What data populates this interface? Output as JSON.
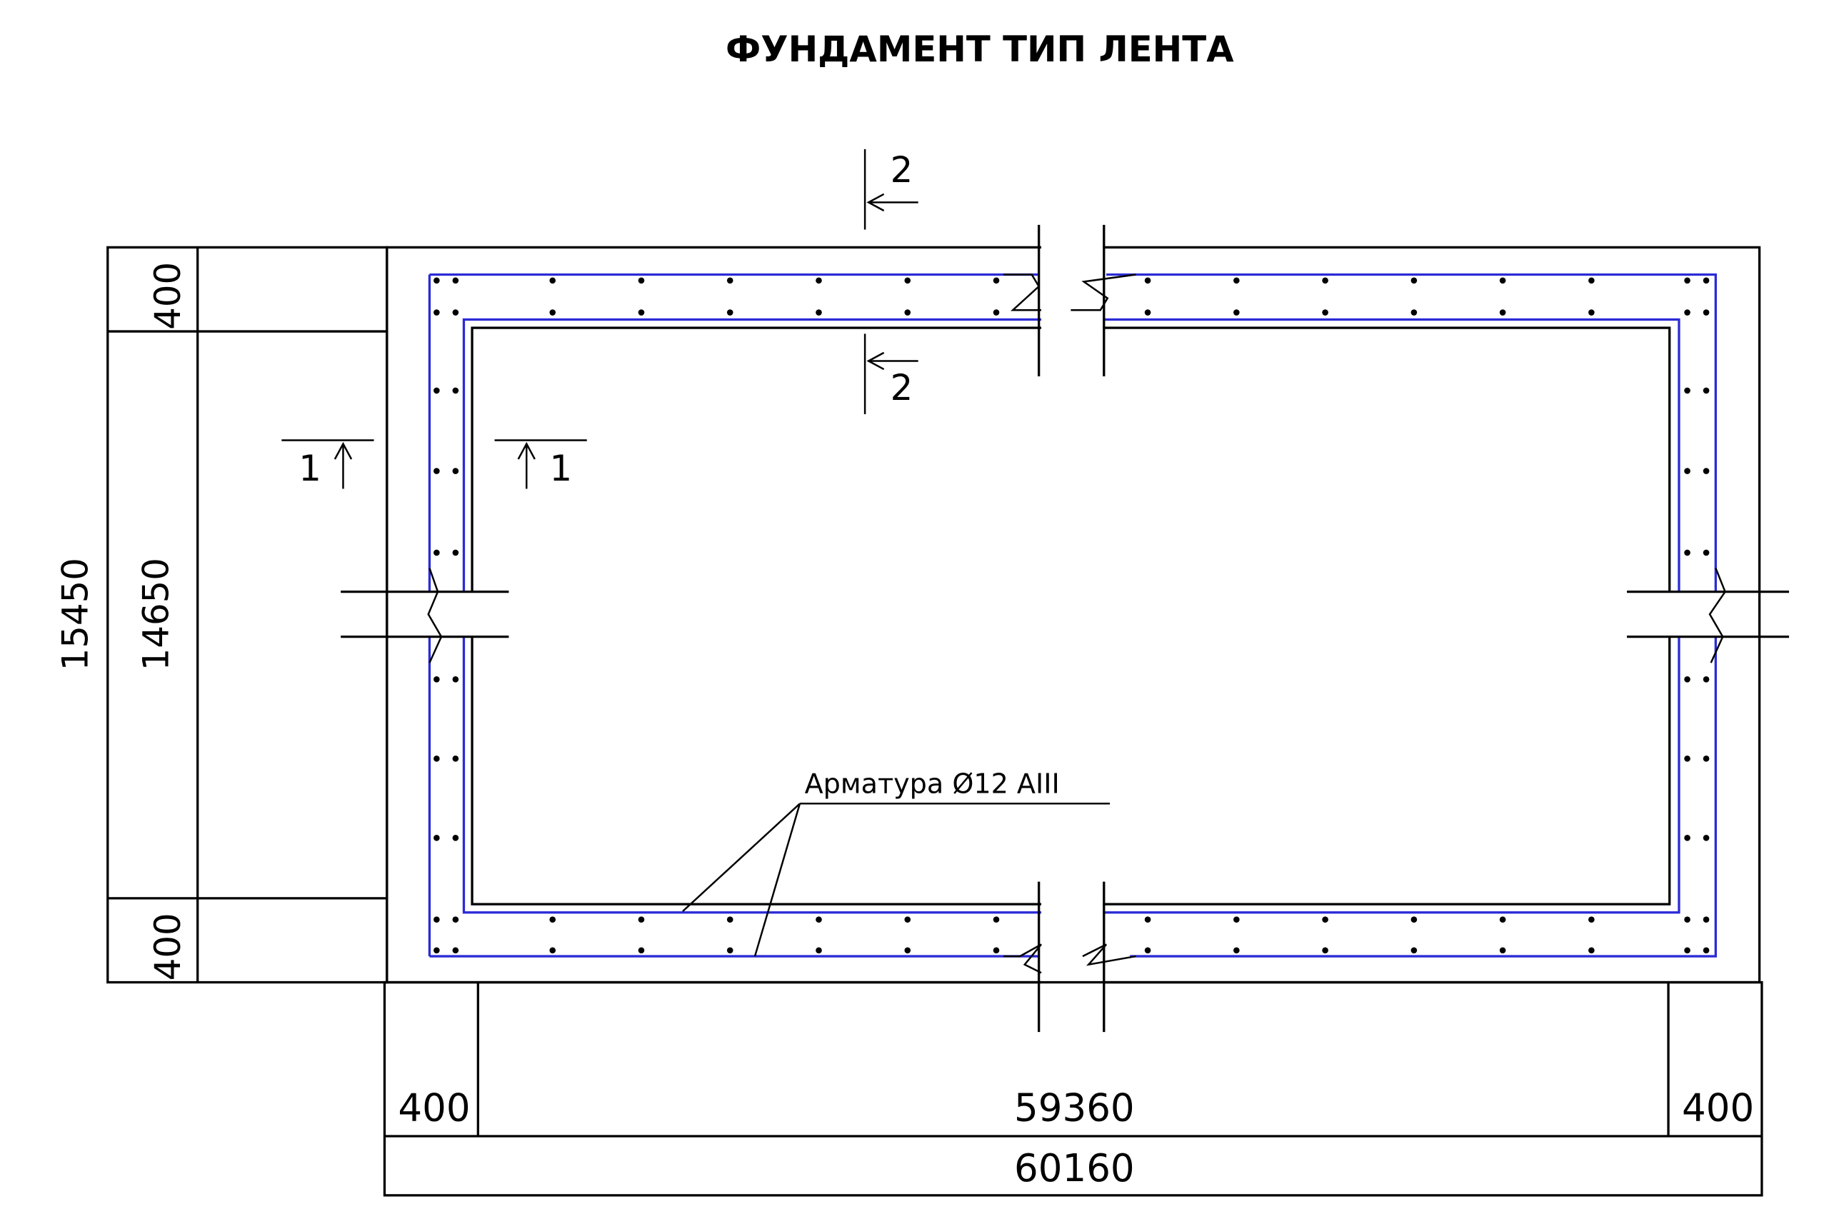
{
  "title": "ФУНДАМЕНТ ТИП ЛЕНТА",
  "dimensions": {
    "left_outer": "15450",
    "left_inner": "14650",
    "left_top": "400",
    "left_bottom": "400",
    "bottom_left": "400",
    "bottom_middle": "59360",
    "bottom_right": "400",
    "bottom_total": "60160"
  },
  "sections": {
    "section1_left": "1",
    "section1_right": "1",
    "section2_top": "2",
    "section2_bottom": "2"
  },
  "callout": "Арматура Ø12 АIII",
  "colors": {
    "line": "#000000",
    "rebar": "#2b2bd6"
  }
}
